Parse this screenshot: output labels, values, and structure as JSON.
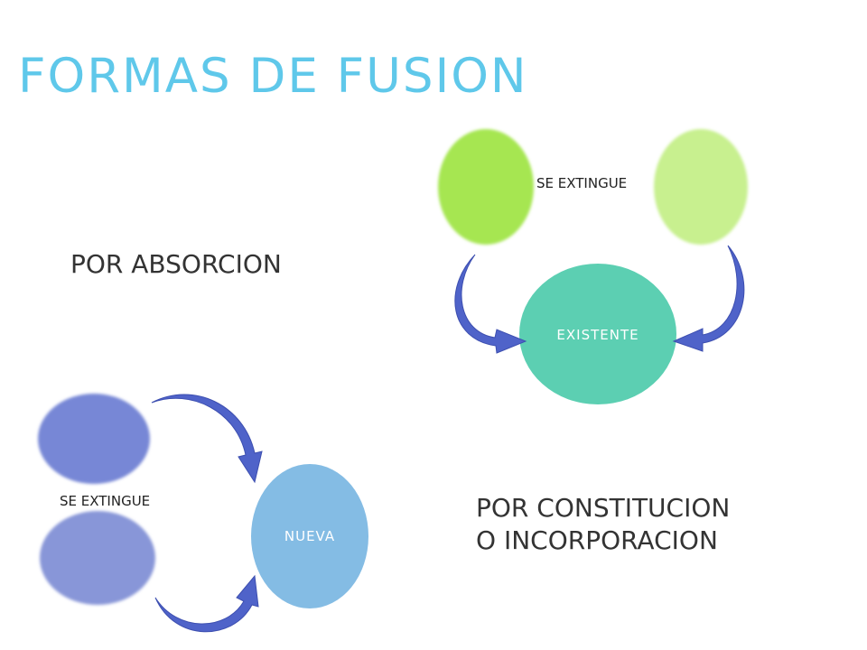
{
  "title": "FORMAS DE FUSION",
  "sections": {
    "absorcion": {
      "heading": "POR ABSORCION",
      "extinguish_label": "SE EXTINGUE",
      "result_label": "EXISTENTE"
    },
    "constitucion": {
      "heading_line1": "POR CONSTITUCION",
      "heading_line2": "O INCORPORACION",
      "extinguish_label": "SE EXTINGUE",
      "result_label": "NUEVA"
    }
  },
  "colors": {
    "title": "#5fc8ea",
    "green_left": "#a6e651",
    "green_right": "#c8f08f",
    "teal": "#5ccfb2",
    "blue_top": "#7787d6",
    "blue_bottom": "#8896d8",
    "light_blue": "#84bce4",
    "arrow": "#4f63c9"
  }
}
